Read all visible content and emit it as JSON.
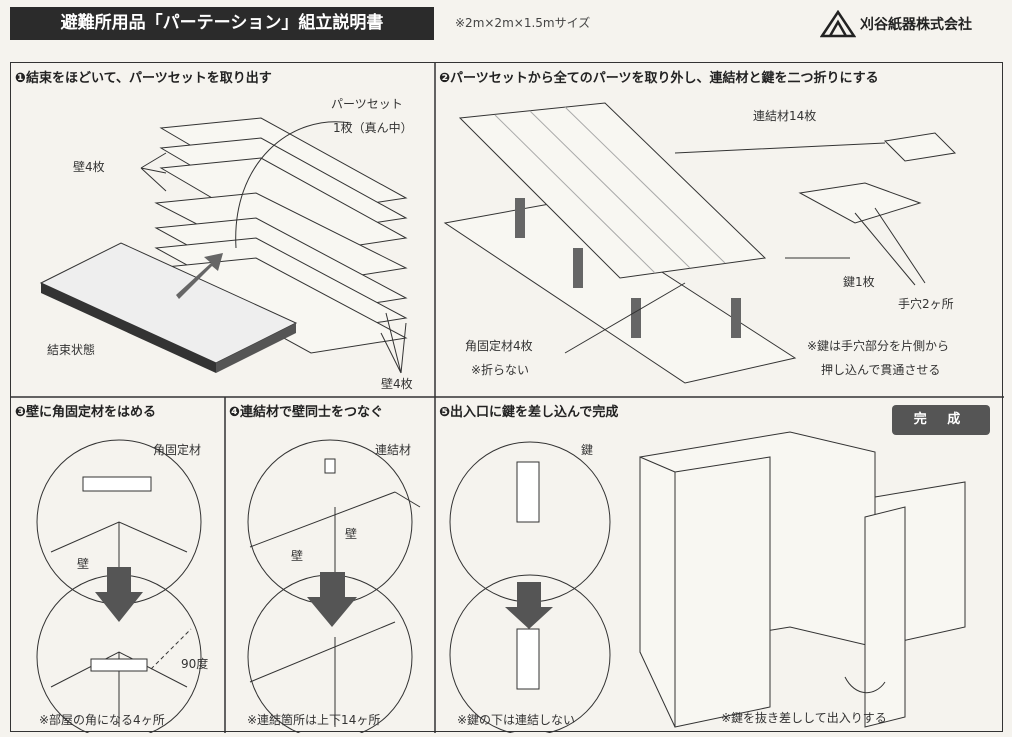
{
  "header": {
    "title": "避難所用品「パーテーション」組立説明書",
    "size_note": "※2m×2m×1.5mサイズ",
    "company": "刈谷紙器株式会社"
  },
  "steps": [
    {
      "title": "❶結束をほどいて、パーツセットを取り出す",
      "labels": {
        "parts_set": "パーツセット",
        "parts_set_count": "1枚（真ん中）",
        "walls_top": "壁4枚",
        "walls_bottom": "壁4枚",
        "bundled": "結束状態"
      }
    },
    {
      "title": "❷パーツセットから全てのパーツを取り外し、連結材と鍵を二つ折りにする",
      "labels": {
        "connectors": "連結材14枚",
        "key": "鍵1枚",
        "hand_holes": "手穴2ヶ所",
        "corner": "角固定材4枚",
        "no_fold": "※折らない",
        "note1": "※鍵は手穴部分を片側から",
        "note2": "押し込んで貫通させる"
      }
    },
    {
      "title": "❸壁に角固定材をはめる",
      "labels": {
        "corner": "角固定材",
        "wall": "壁",
        "angle": "90度",
        "note": "※部屋の角になる4ヶ所"
      }
    },
    {
      "title": "❹連結材で壁同士をつなぐ",
      "labels": {
        "connector": "連結材",
        "wall_a": "壁",
        "wall_b": "壁",
        "note": "※連結箇所は上下14ヶ所"
      }
    },
    {
      "title": "❺出入口に鍵を差し込んで完成",
      "labels": {
        "key": "鍵",
        "note_left": "※鍵の下は連結しない",
        "note_right": "※鍵を抜き差しして出入りする",
        "complete": "完 成"
      }
    }
  ]
}
